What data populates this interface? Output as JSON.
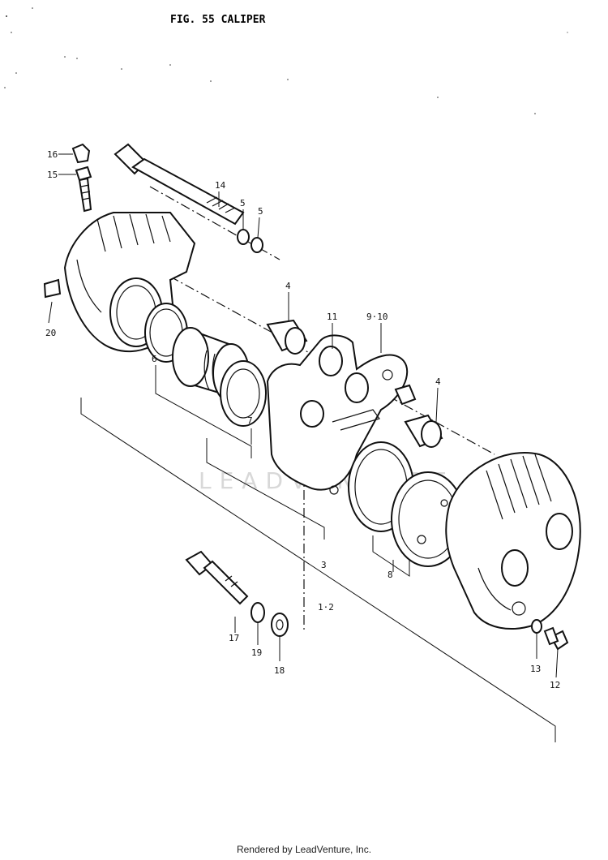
{
  "figure": {
    "title": "FIG. 55  CALIPER"
  },
  "watermark": "LEADVENTURE",
  "footer": {
    "text": "Rendered by LeadVenture, Inc."
  },
  "callouts": {
    "p16": "16",
    "p15": "15",
    "p14": "14",
    "p5a": "5",
    "p5b": "5",
    "p4a": "4",
    "p11": "11",
    "p9_10": "9·10",
    "p4b": "4",
    "p20": "20",
    "p6": "6",
    "p7": "7",
    "p3": "3",
    "p8": "8",
    "p1_2": "1·2",
    "p17": "17",
    "p19": "19",
    "p18": "18",
    "p13": "13",
    "p12": "12"
  }
}
